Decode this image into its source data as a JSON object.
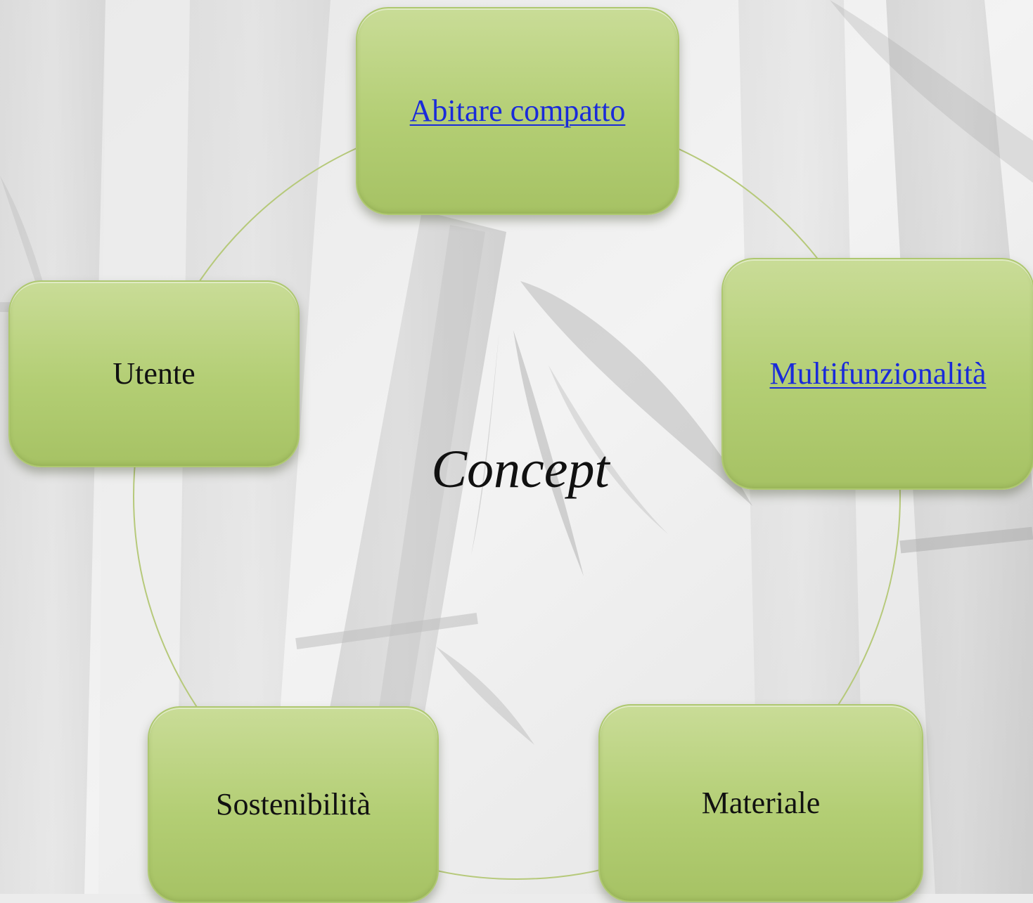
{
  "diagram": {
    "center_label": "Concept",
    "nodes": [
      {
        "label": "Abitare compatto",
        "is_link": true
      },
      {
        "label": "Multifunzionalità",
        "is_link": true
      },
      {
        "label": "Materiale",
        "is_link": false
      },
      {
        "label": "Sostenibilità",
        "is_link": false
      },
      {
        "label": "Utente",
        "is_link": false
      }
    ]
  },
  "colors": {
    "node_fill": "#b3ce74",
    "ring": "#b6c97a",
    "link": "#1a2bd9",
    "text": "#111111"
  }
}
